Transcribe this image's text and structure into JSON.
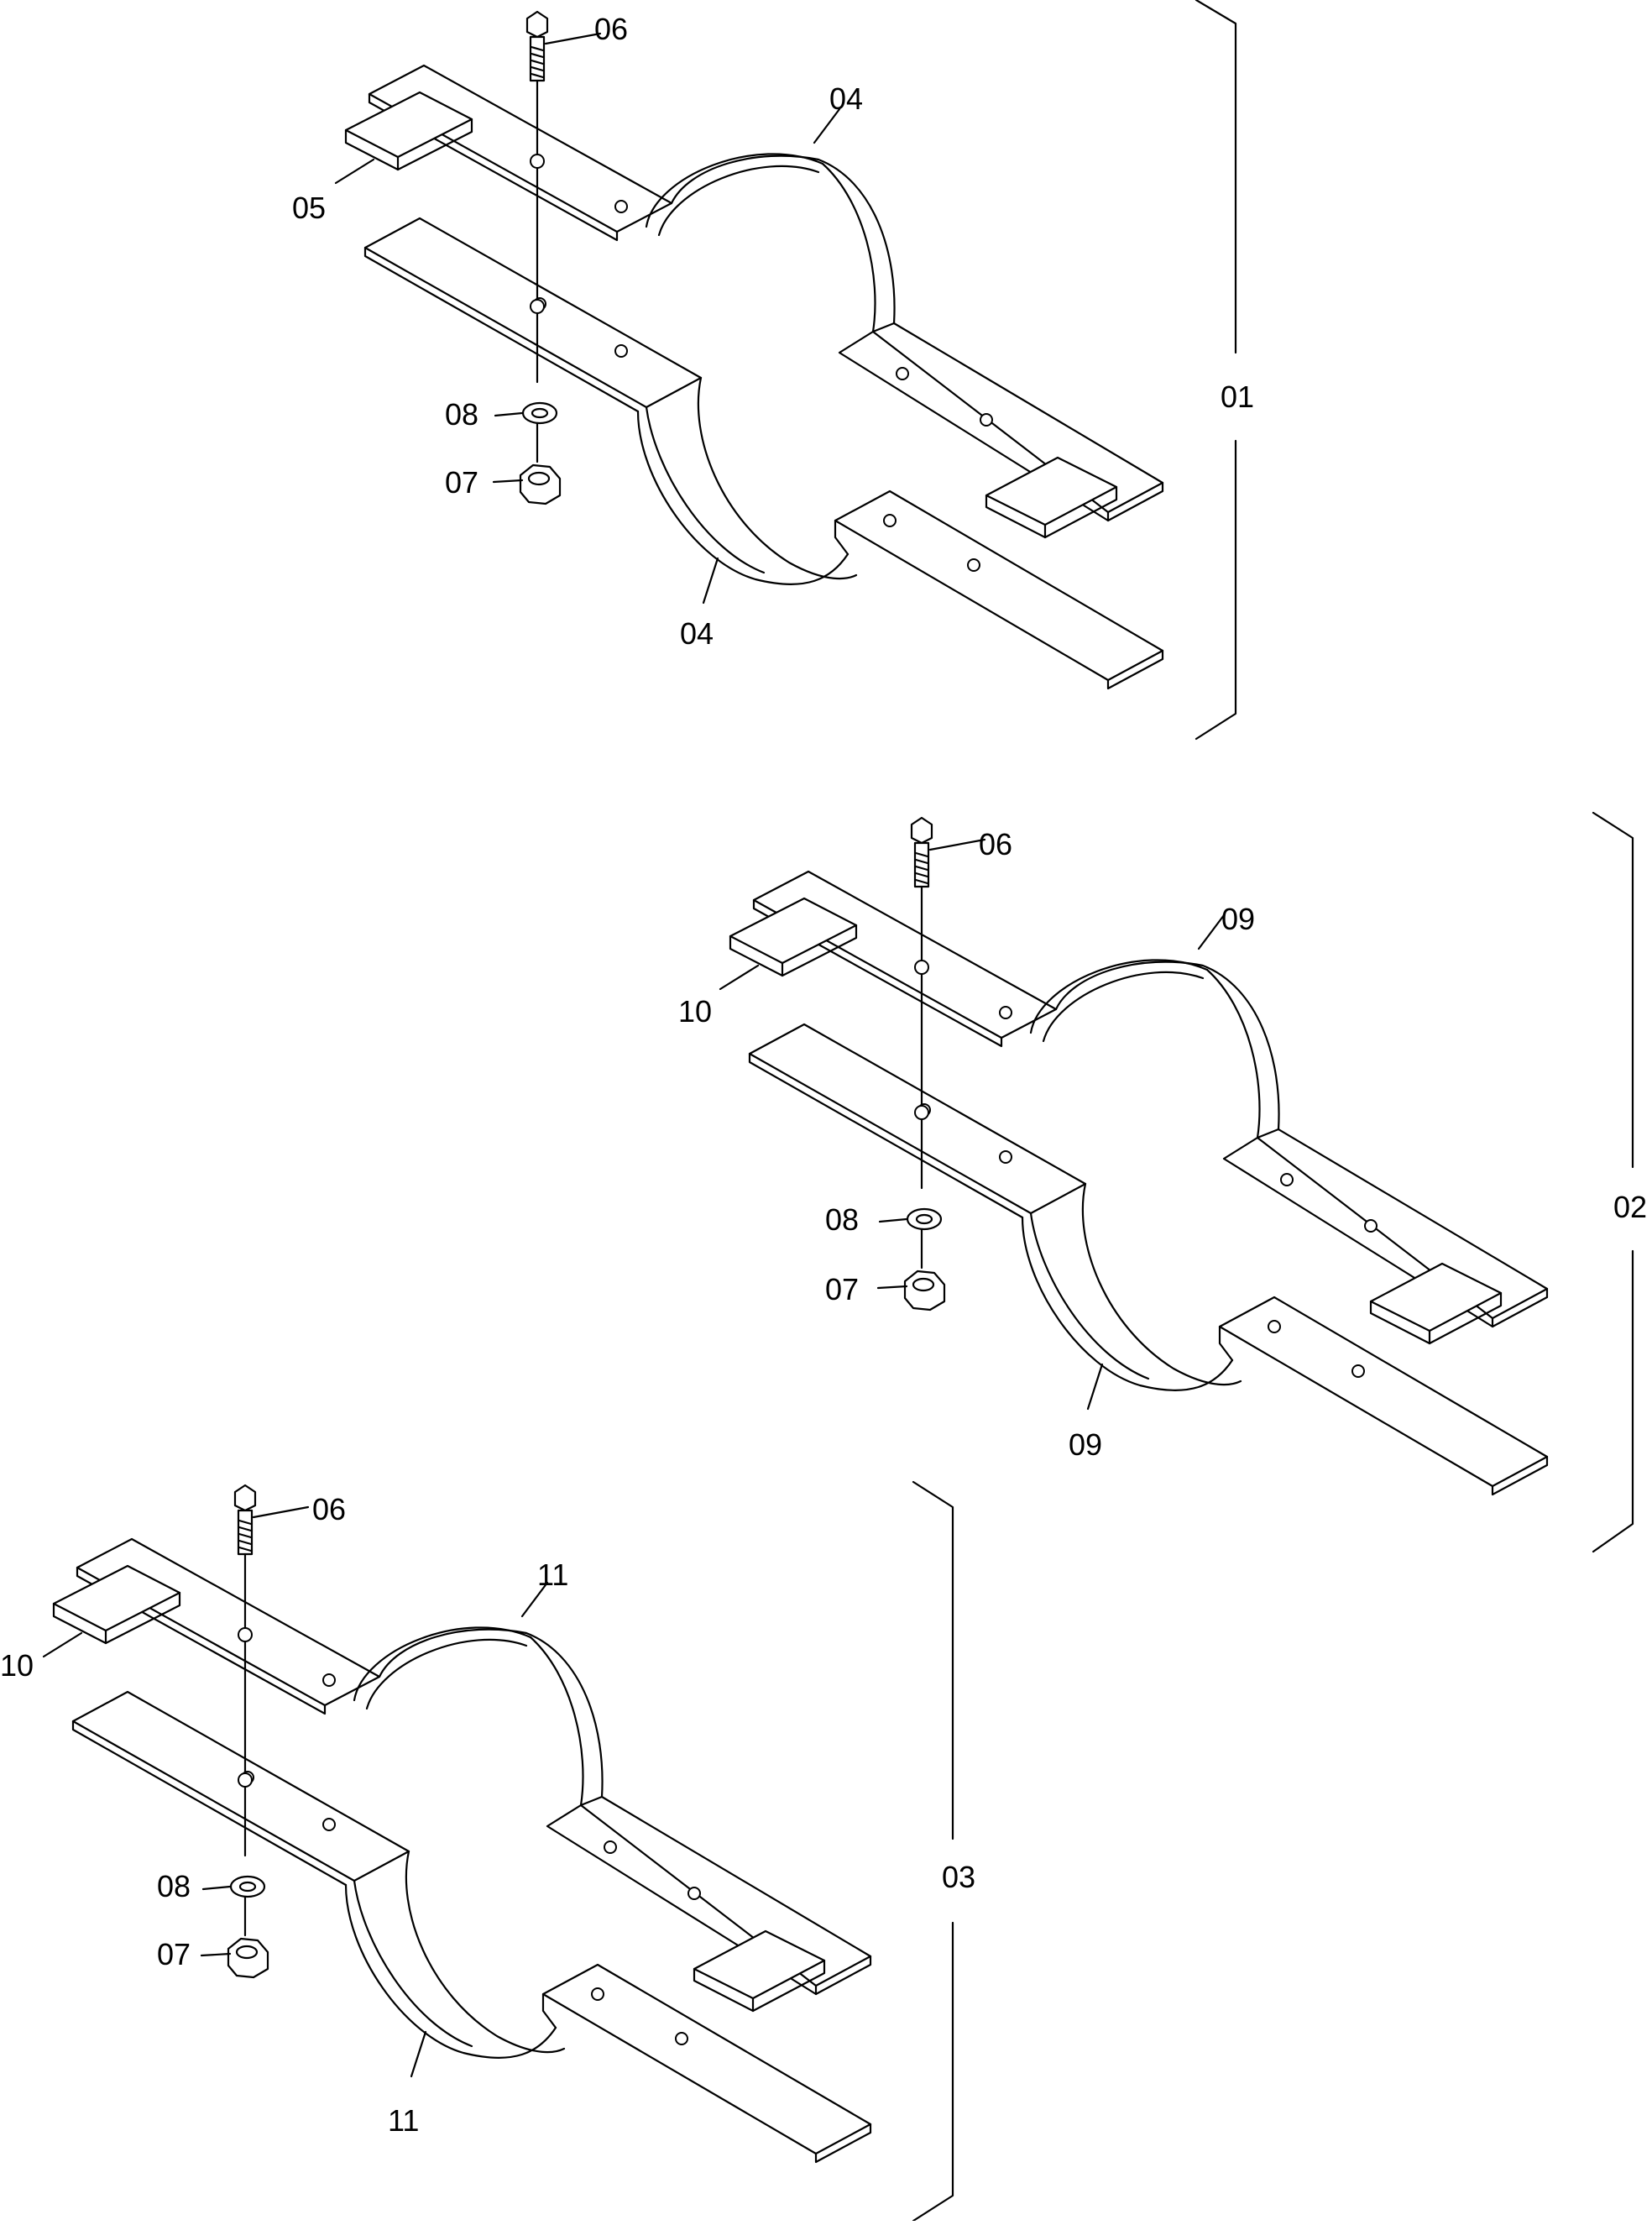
{
  "diagram": {
    "assemblies": [
      {
        "id": "01",
        "callouts": {
          "bolt": "06",
          "upper_clamp": "04",
          "upper_pad": "05",
          "washer": "08",
          "nut": "07",
          "lower_clamp": "04"
        }
      },
      {
        "id": "02",
        "callouts": {
          "bolt": "06",
          "upper_clamp": "09",
          "upper_pad": "10",
          "washer": "08",
          "nut": "07",
          "lower_clamp": "09"
        }
      },
      {
        "id": "03",
        "callouts": {
          "bolt": "06",
          "upper_clamp": "11",
          "upper_pad": "10",
          "washer": "08",
          "nut": "07",
          "lower_clamp": "11"
        }
      }
    ]
  }
}
